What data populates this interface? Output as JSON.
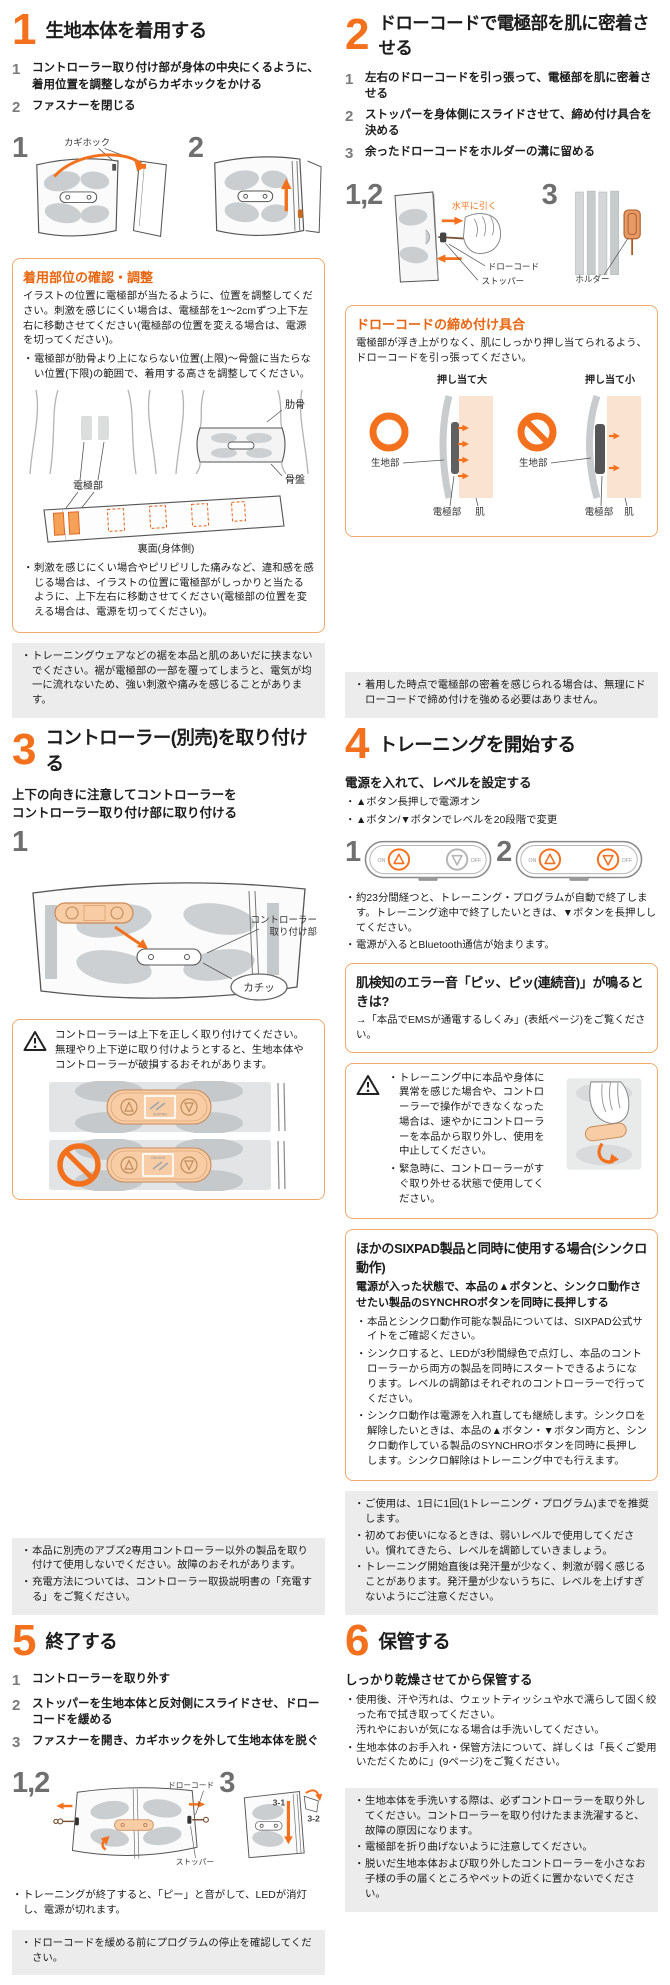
{
  "colors": {
    "accent": "#f3701d",
    "box_border": "#f2a96d",
    "note_bg": "#ececec"
  },
  "s1": {
    "num": "1",
    "title": "生地本体を着用する",
    "steps": [
      {
        "n": "1",
        "t": "コントローラー取り付け部が身体の中央にくるように、着用位置を調整しながらカギホックをかける"
      },
      {
        "n": "2",
        "t": "ファスナーを閉じる"
      }
    ],
    "fig": {
      "n1": "1",
      "n2": "2",
      "hook": "カギホック"
    },
    "box": {
      "title": "着用部位の確認・調整",
      "body": "イラストの位置に電極部が当たるように、位置を調整してください。刺激を感じにくい場合は、電極部を1〜2cmずつ上下左右に移動させてください(電極部の位置を変える場合は、電源を切ってください)。",
      "bullet1": "電極部が肋骨より上にならない位置(上限)〜骨盤に当たらない位置(下限)の範囲で、着用する高さを調整してください。",
      "label_ribs": "肋骨",
      "label_electrode": "電極部",
      "label_pelvis": "骨盤",
      "label_back": "裏面(身体側)",
      "bullet2": "刺激を感じにくい場合やピリピリした痛みなど、違和感を感じる場合は、イラストの位置に電極部がしっかりと当たるように、上下左右に移動させてください(電極部の位置を変える場合は、電源を切ってください)。"
    },
    "note": "トレーニングウェアなどの裾を本品と肌のあいだに挟まないでください。裾が電極部の一部を覆ってしまうと、電気が均一に流れないため、強い刺激や痛みを感じることがあります。"
  },
  "s2": {
    "num": "2",
    "title": "ドローコードで電極部を肌に密着させる",
    "steps": [
      {
        "n": "1",
        "t": "左右のドローコードを引っ張って、電極部を肌に密着させる"
      },
      {
        "n": "2",
        "t": "ストッパーを身体側にスライドさせて、締め付け具合を決める"
      },
      {
        "n": "3",
        "t": "余ったドローコードをホルダーの溝に留める"
      }
    ],
    "fig": {
      "n12": "1,2",
      "n3": "3",
      "pull": "水平に引く",
      "cord": "ドローコード",
      "stopper": "ストッパー",
      "holder": "ホルダー"
    },
    "box": {
      "title": "ドローコードの締め付け具合",
      "body": "電極部が浮き上がりなく、肌にしっかり押し当てられるよう、ドローコードを引っ張ってください。",
      "label_big": "押し当て大",
      "label_small": "押し当て小",
      "label_fabric": "生地部",
      "label_electrode": "電極部",
      "label_skin": "肌"
    },
    "note": "着用した時点で電極部の密着を感じられる場合は、無理にドローコードで締め付けを強める必要はありません。"
  },
  "s3": {
    "num": "3",
    "title": "コントローラー(別売)を取り付ける",
    "subtitle": "上下の向きに注意してコントローラーを\nコントローラー取り付け部に取り付ける",
    "fig": {
      "n1": "1",
      "mount1": "コントローラー",
      "mount2": "取り付け部",
      "click": "カチッ",
      "logo": "SIXPAD"
    },
    "warn": "コントローラーは上下を正しく取り付けてください。無理やり上下逆に取り付けようとすると、生地本体やコントローラーが破損するおそれがあります。",
    "notes": [
      "本品に別売のアブズ2専用コントローラー以外の製品を取り付けて使用しないでください。故障のおそれがあります。",
      "充電方法については、コントローラー取扱説明書の「充電する」をご覧ください。"
    ]
  },
  "s4": {
    "num": "4",
    "title": "トレーニングを開始する",
    "subtitle": "電源を入れて、レベルを設定する",
    "bullets_top": [
      "▲ボタン長押しで電源オン",
      "▲ボタン/▼ボタンでレベルを20段階で変更"
    ],
    "fig": {
      "n1": "1",
      "n2": "2",
      "on": "ON",
      "off": "OFF"
    },
    "bullets_mid": [
      "約23分間経つと、トレーニング・プログラムが自動で終了します。トレーニング途中で終了したいときは、▼ボタンを長押ししてください。",
      "電源が入るとBluetooth通信が始まります。"
    ],
    "errbox": {
      "title": "肌検知のエラー音「ピッ、ピッ(連続音)」が鳴るときは?",
      "body": "→「本品でEMSが通電するしくみ」(表紙ページ)をご覧ください。"
    },
    "warnbox": [
      "トレーニング中に本品や身体に異常を感じた場合や、コントローラーで操作ができなくなった場合は、速やかにコントローラーを本品から取り外し、使用を中止してください。",
      "緊急時に、コントローラーがすぐ取り外せる状態で使用してください。"
    ],
    "sync": {
      "title": "ほかのSIXPAD製品と同時に使用する場合(シンクロ動作)",
      "lead": "電源が入った状態で、本品の▲ボタンと、シンクロ動作させたい製品のSYNCHROボタンを同時に長押しする",
      "bullets": [
        "本品とシンクロ動作可能な製品については、SIXPAD公式サイトをご確認ください。",
        "シンクロすると、LEDが3秒間緑色で点灯し、本品のコントローラーから両方の製品を同時にスタートできるようになります。レベルの調節はそれぞれのコントローラーで行ってください。",
        "シンクロ動作は電源を入れ直しても継続します。シンクロを解除したいときは、本品の▲ボタン・▼ボタン両方と、シンクロ動作している製品のSYNCHROボタンを同時に長押しします。シンクロ解除はトレーニング中でも行えます。"
      ]
    },
    "notes": [
      "ご使用は、1日に1回(1トレーニング・プログラム)までを推奨します。",
      "初めてお使いになるときは、弱いレベルで使用してください。慣れてきたら、レベルを調節していきましょう。",
      "トレーニング開始直後は発汗量が少なく、刺激が弱く感じることがあります。発汗量が少ないうちに、レベルを上げすぎないようにご注意ください。"
    ]
  },
  "s5": {
    "num": "5",
    "title": "終了する",
    "steps": [
      {
        "n": "1",
        "t": "コントローラーを取り外す"
      },
      {
        "n": "2",
        "t": "ストッパーを生地本体と反対側にスライドさせ、ドローコードを緩める"
      },
      {
        "n": "3",
        "t": "ファスナーを開き、カギホックを外して生地本体を脱ぐ"
      }
    ],
    "fig": {
      "n12": "1,2",
      "n3": "3",
      "cord": "ドローコード",
      "stopper": "ストッパー",
      "s31": "3-1",
      "s32": "3-2"
    },
    "bullet": "トレーニングが終了すると、「ピー」と音がして、LEDが消灯し、電源が切れます。",
    "note": "ドローコードを緩める前にプログラムの停止を確認してください。"
  },
  "s6": {
    "num": "6",
    "title": "保管する",
    "subtitle": "しっかり乾燥させてから保管する",
    "bullets": [
      "使用後、汗や汚れは、ウェットティッシュや水で濡らして固く絞った布で拭き取ってください。\n汚れやにおいが気になる場合は手洗いしてください。",
      "生地本体のお手入れ・保管方法について、詳しくは「長くご愛用いただくために」(9ページ)をご覧ください。"
    ],
    "notes": [
      "生地本体を手洗いする際は、必ずコントローラーを取り外してください。コントローラーを取り付けたまま洗濯すると、故障の原因になります。",
      "電極部を折り曲げないように注意してください。",
      "脱いだ生地本体および取り外したコントローラーを小さなお子様の手の届くところやペットの近くに置かないでください。"
    ]
  }
}
